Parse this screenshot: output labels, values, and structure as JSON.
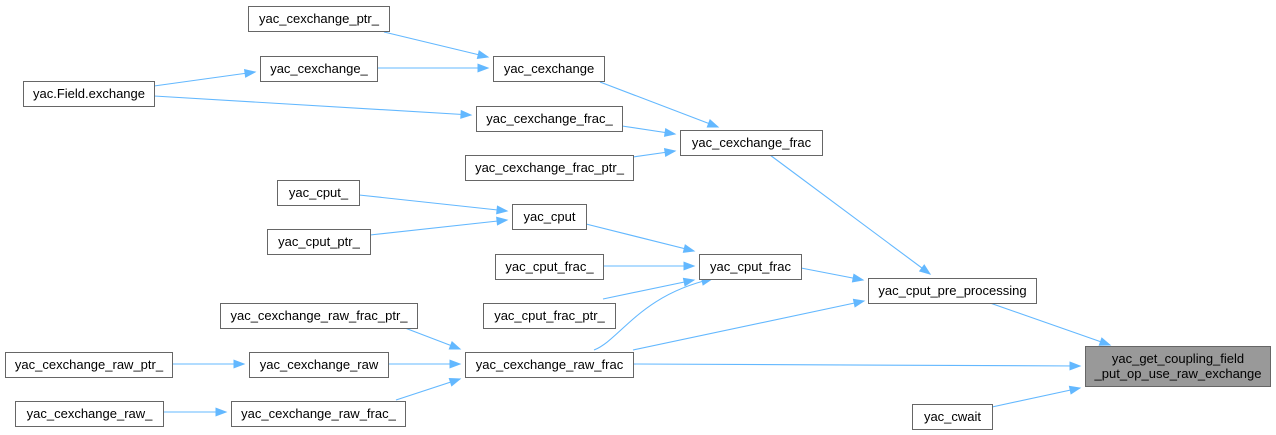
{
  "diagram": {
    "colors": {
      "edge": "#63b8ff",
      "node_border": "#666666",
      "highlight_fill": "#999999",
      "node_fill": "#ffffff"
    },
    "nodes": [
      {
        "id": "target",
        "lines": [
          "yac_get_coupling_field",
          "_put_op_use_raw_exchange"
        ],
        "highlight": true
      },
      {
        "id": "cexchange_ptr_",
        "lines": [
          "yac_cexchange_ptr_"
        ]
      },
      {
        "id": "cexchange_",
        "lines": [
          "yac_cexchange_"
        ]
      },
      {
        "id": "field_exchange",
        "lines": [
          "yac.Field.exchange"
        ]
      },
      {
        "id": "cexchange",
        "lines": [
          "yac_cexchange"
        ]
      },
      {
        "id": "cexchange_frac_",
        "lines": [
          "yac_cexchange_frac_"
        ]
      },
      {
        "id": "cexchange_frac",
        "lines": [
          "yac_cexchange_frac"
        ]
      },
      {
        "id": "cexchange_frac_ptr_",
        "lines": [
          "yac_cexchange_frac_ptr_"
        ]
      },
      {
        "id": "cput_",
        "lines": [
          "yac_cput_"
        ]
      },
      {
        "id": "cput",
        "lines": [
          "yac_cput"
        ]
      },
      {
        "id": "cput_ptr_",
        "lines": [
          "yac_cput_ptr_"
        ]
      },
      {
        "id": "cput_frac_",
        "lines": [
          "yac_cput_frac_"
        ]
      },
      {
        "id": "cput_frac",
        "lines": [
          "yac_cput_frac"
        ]
      },
      {
        "id": "cput_pre_processing",
        "lines": [
          "yac_cput_pre_processing"
        ]
      },
      {
        "id": "cput_frac_ptr_",
        "lines": [
          "yac_cput_frac_ptr_"
        ]
      },
      {
        "id": "cexchange_raw_frac_ptr_",
        "lines": [
          "yac_cexchange_raw_frac_ptr_"
        ]
      },
      {
        "id": "cexchange_raw_ptr_",
        "lines": [
          "yac_cexchange_raw_ptr_"
        ]
      },
      {
        "id": "cexchange_raw",
        "lines": [
          "yac_cexchange_raw"
        ]
      },
      {
        "id": "cexchange_raw_frac",
        "lines": [
          "yac_cexchange_raw_frac"
        ]
      },
      {
        "id": "cexchange_raw_",
        "lines": [
          "yac_cexchange_raw_"
        ]
      },
      {
        "id": "cexchange_raw_frac_",
        "lines": [
          "yac_cexchange_raw_frac_"
        ]
      },
      {
        "id": "cwait",
        "lines": [
          "yac_cwait"
        ]
      }
    ],
    "edges": [
      {
        "from": "cexchange_ptr_",
        "to": "cexchange"
      },
      {
        "from": "cexchange_",
        "to": "cexchange"
      },
      {
        "from": "field_exchange",
        "to": "cexchange_"
      },
      {
        "from": "field_exchange",
        "to": "cexchange_frac_"
      },
      {
        "from": "cexchange",
        "to": "cexchange_frac"
      },
      {
        "from": "cexchange_frac_",
        "to": "cexchange_frac"
      },
      {
        "from": "cexchange_frac_ptr_",
        "to": "cexchange_frac"
      },
      {
        "from": "cexchange_frac",
        "to": "cput_pre_processing"
      },
      {
        "from": "cput_",
        "to": "cput"
      },
      {
        "from": "cput_ptr_",
        "to": "cput"
      },
      {
        "from": "cput",
        "to": "cput_frac"
      },
      {
        "from": "cput_frac_",
        "to": "cput_frac"
      },
      {
        "from": "cput_frac_ptr_",
        "to": "cput_frac"
      },
      {
        "from": "cexchange_raw_frac",
        "to": "cput_frac"
      },
      {
        "from": "cput_frac",
        "to": "cput_pre_processing"
      },
      {
        "from": "cexchange_raw_frac",
        "to": "cput_pre_processing"
      },
      {
        "from": "cput_pre_processing",
        "to": "target"
      },
      {
        "from": "cexchange_raw_frac_ptr_",
        "to": "cexchange_raw_frac"
      },
      {
        "from": "cexchange_raw_ptr_",
        "to": "cexchange_raw"
      },
      {
        "from": "cexchange_raw",
        "to": "cexchange_raw_frac"
      },
      {
        "from": "cexchange_raw_",
        "to": "cexchange_raw_frac_"
      },
      {
        "from": "cexchange_raw_frac_",
        "to": "cexchange_raw_frac"
      },
      {
        "from": "cexchange_raw_frac",
        "to": "target"
      },
      {
        "from": "cwait",
        "to": "target"
      }
    ]
  }
}
